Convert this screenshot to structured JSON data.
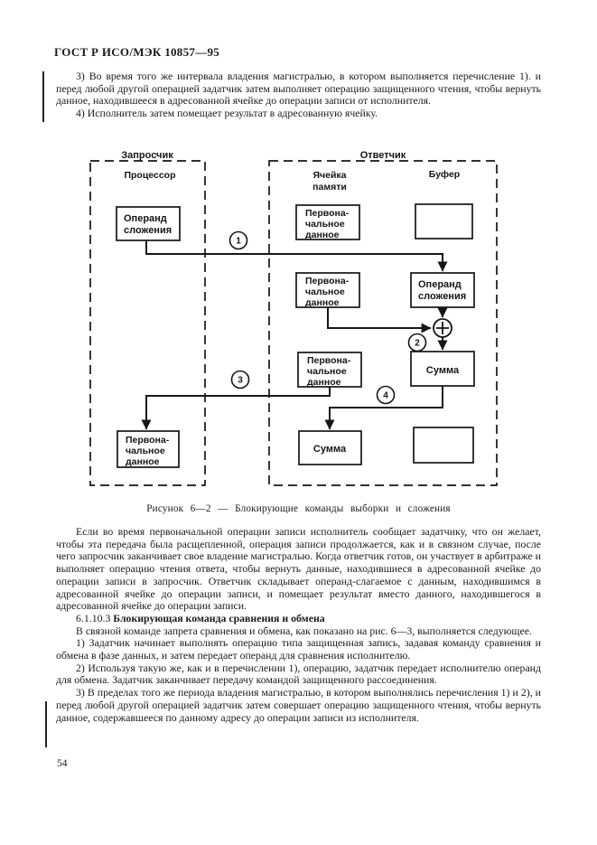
{
  "doc": {
    "header": "ГОСТ Р ИСО/МЭК 10857—95",
    "page_number": "54",
    "paragraphs": {
      "item3_top": "3) Во время того же интервала владения магистралью, в котором выполняется перечисление 1). и перед любой другой операцией задатчик затем выполняет операцию защищенного чтения, чтобы вернуть данное, находившееся в адресованной ячейке до операции записи от исполнителя.",
      "item4_top": "4) Исполнитель затем помещает результат в адресованную ячейку.",
      "split_write": "Если во время первоначальной операции записи исполнитель сообщает задатчику, что он желает, чтобы эта передача была расщепленной, операция записи продолжается, как и в связном случае, после чего запросчик заканчивает свое владение магистралью. Когда ответчик готов, он участвует в арбитраже и выполняет операцию чтения ответа, чтобы вернуть данные, находившиеся в адресованной ячейке до операции записи в запросчик. Ответчик складывает операнд-слагаемое с данным, находившимся в адресованной ячейке до операции записи, и помещает результат вместо данного, находившегося в адресованной ячейке до операции записи.",
      "intro_compare": "В связной команде запрета сравнения и обмена, как показано на рис. 6—3, выполняется следующее.",
      "item1": "1) Задатчик начинает выполнять операцию типа защищенная запись, задавая команду сравнения и обмена в фазе данных, и затем передает операнд для сравнения исполнителю.",
      "item2": "2) Используя такую же, как и в перечислении 1), операцию, задатчик передает исполнителю операнд для обмена. Задатчик заканчивает передачу командой защищенного рассоединения.",
      "item3_bottom": "3) В пределах того же периода владения магистралью, в котором выполнялись перечисления 1) и 2), и перед любой другой операцией задатчик затем совершает операцию защищенного чтения, чтобы вернуть данное, содержавшееся по данному адресу до операции записи из исполнителя."
    },
    "heading": {
      "number": "6.1.10.3",
      "title": "Блокирующая команда сравнения и обмена"
    }
  },
  "figure": {
    "caption": "Рисунок 6—2 — Блокирующие команды выборки и сложения",
    "requester_title": "Запросчик",
    "responder_title": "Ответчик",
    "processor_label": "Процессор",
    "memory_label_1": "Ячейка",
    "memory_label_2": "памяти",
    "buffer_label": "Буфер",
    "labels": {
      "operand": [
        "Операнд",
        "сложения"
      ],
      "initial": [
        "Первона-",
        "чальное",
        "данное"
      ],
      "sum": "Сумма"
    },
    "steps": [
      "1",
      "2",
      "3",
      "4"
    ]
  },
  "colors": {
    "ink": "#1b1b1b",
    "paper": "#ffffff"
  }
}
